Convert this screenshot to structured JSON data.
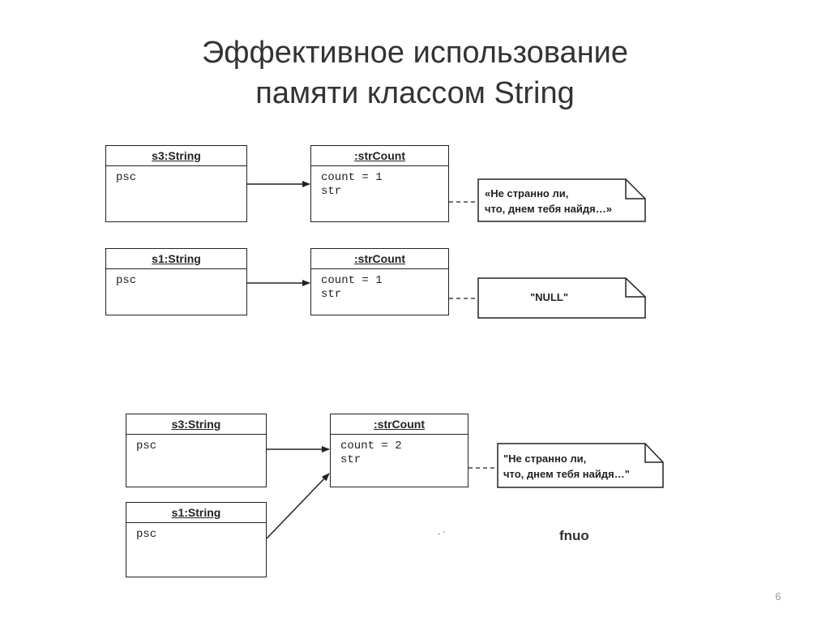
{
  "slide": {
    "title_line1": "Эффективное использование",
    "title_line2": "памяти классом String",
    "page_number": "6",
    "stray_text": "fnuo",
    "stray_dots": ". ·"
  },
  "diagram1": {
    "string_obj": {
      "title": "s3:String",
      "field": "psc"
    },
    "count_obj": {
      "title": ":strCount",
      "field1": "count = 1",
      "field2": "str"
    },
    "note": {
      "line1": "«Не странно ли,",
      "line2": "что, днем тебя найдя…»"
    }
  },
  "diagram2": {
    "string_obj": {
      "title": "s1:String",
      "field": "psc"
    },
    "count_obj": {
      "title": ":strCount",
      "field1": "count = 1",
      "field2": "str"
    },
    "note": {
      "line1": "\"NULL\""
    }
  },
  "diagram3": {
    "string_obj_a": {
      "title": "s3:String",
      "field": "psc"
    },
    "string_obj_b": {
      "title": "s1:String",
      "field": "psc"
    },
    "count_obj": {
      "title": ":strCount",
      "field1": "count = 2",
      "field2": "str"
    },
    "note": {
      "line1": "\"Не странно ли,",
      "line2": "что, днем тебя найдя…\""
    }
  }
}
